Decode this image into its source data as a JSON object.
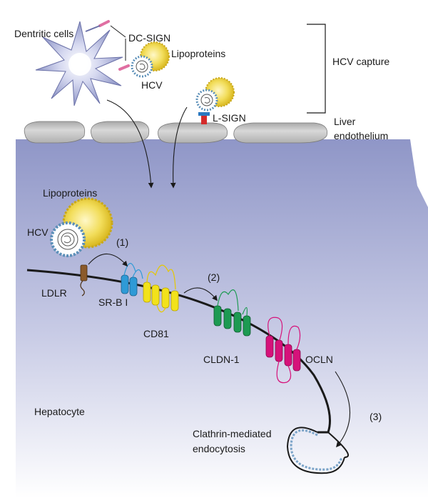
{
  "labels": {
    "dendritic_cells": "Dentritic cells",
    "dc_sign": "DC-SIGN",
    "lipoproteins_top": "Lipoproteins",
    "hcv_top": "HCV",
    "hcv_capture": "HCV capture",
    "l_sign": "L-SIGN",
    "liver": "Liver",
    "endothelium": "endothelium",
    "lipoproteins_main": "Lipoproteins",
    "hcv_main": "HCV",
    "step1": "(1)",
    "step2": "(2)",
    "step3": "(3)",
    "ldlr": "LDLR",
    "srbi": "SR-B I",
    "cd81": "CD81",
    "cldn1": "CLDN-1",
    "ocln": "OCLN",
    "hepatocyte": "Hepatocyte",
    "clathrin_line1": "Clathrin-mediated",
    "clathrin_line2": "endocytosis"
  },
  "colors": {
    "cytoplasm_top": "#8f96c7",
    "cytoplasm_bottom": "#ffffff",
    "endothelial_cell": "#c4c4c4",
    "lipoprotein": "#f2dd5a",
    "hcv_envelope": "#5b8fb8",
    "ldlr": "#8b5a2b",
    "srbi": "#2f9ad6",
    "cd81": "#f2e21b",
    "cldn1": "#1d9a52",
    "ocln": "#d6127a",
    "dc_sign": "#e06fa2",
    "l_sign_blue": "#2a78c0",
    "l_sign_red": "#d42a2a"
  }
}
